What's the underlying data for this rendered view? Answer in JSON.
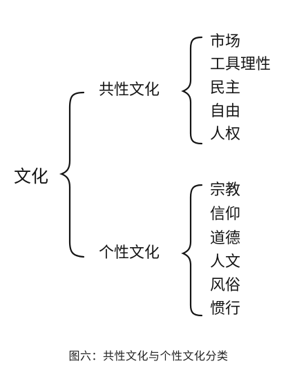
{
  "root": {
    "label": "文化"
  },
  "branches": [
    {
      "label": "共性文化",
      "items": [
        "市场",
        "工具理性",
        "民主",
        "自由",
        "人权"
      ]
    },
    {
      "label": "个性文化",
      "items": [
        "宗教",
        "信仰",
        "道德",
        "人文",
        "风俗",
        "惯行"
      ]
    }
  ],
  "caption": "图六：共性文化与个性文化分类"
}
